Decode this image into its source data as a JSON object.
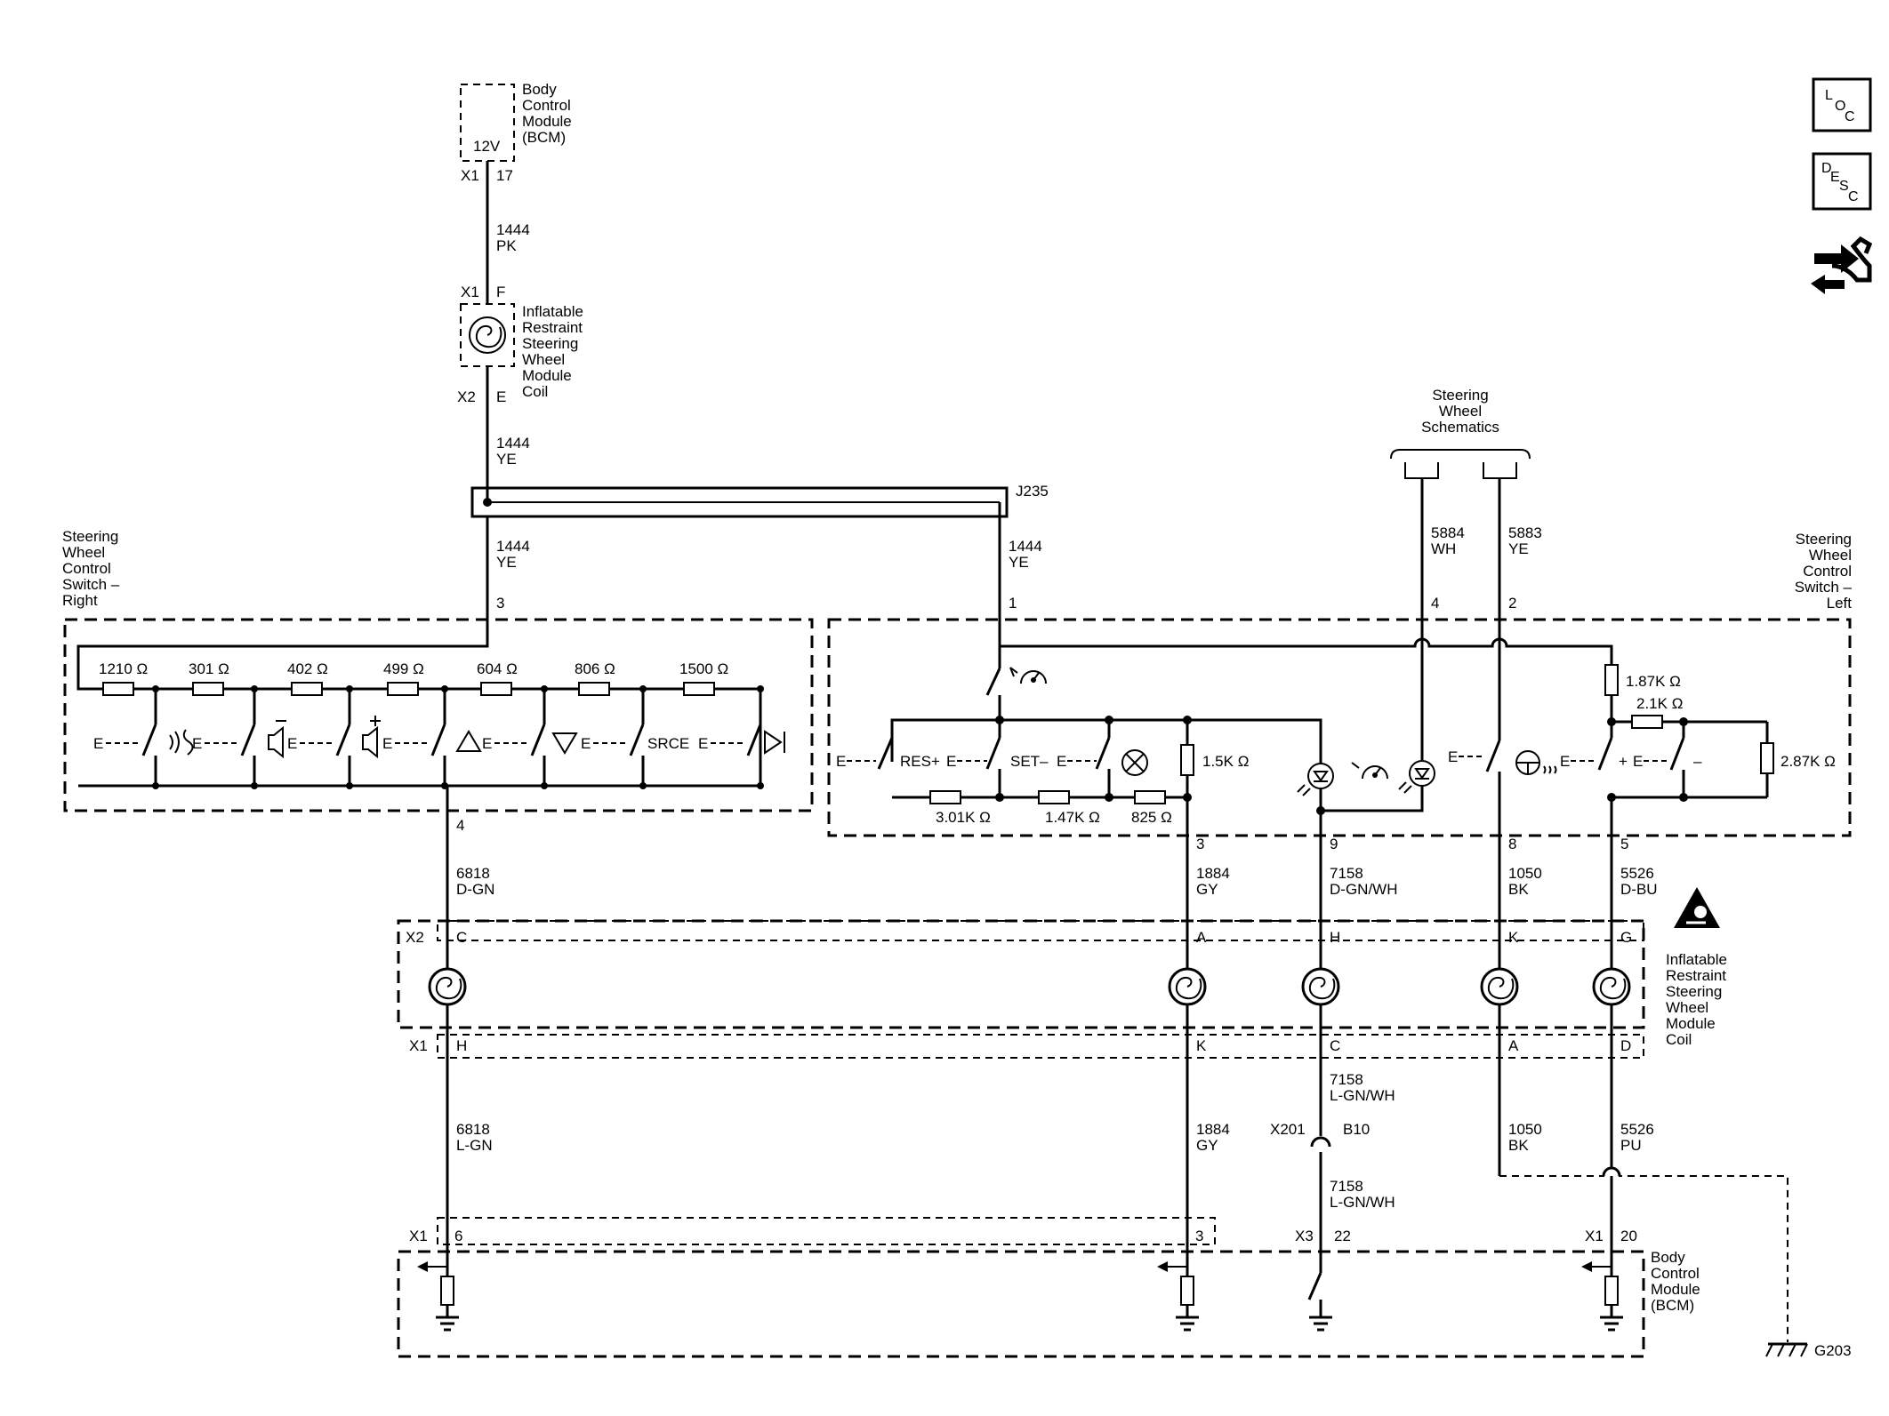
{
  "modules": {
    "bcm_top": {
      "label": [
        "Body",
        "Control",
        "Module",
        "(BCM)"
      ],
      "voltage": "12V",
      "connector": "X1",
      "pin": "17"
    },
    "coil_top": {
      "label": [
        "Inflatable",
        "Restraint",
        "Steering",
        "Wheel",
        "Module",
        "Coil"
      ],
      "conn_top": "X1",
      "pin_top": "F",
      "conn_bottom": "X2",
      "pin_bottom": "E"
    },
    "swc_right": {
      "label": [
        "Steering",
        "Wheel",
        "Control",
        "Switch –",
        "Right"
      ],
      "pin_in": "3",
      "pin_out": "4"
    },
    "swc_left": {
      "label": [
        "Steering",
        "Wheel",
        "Control",
        "Switch –",
        "Left"
      ],
      "pins": {
        "feed": "1",
        "wh": "4",
        "ye": "2",
        "out3": "3",
        "out9": "9",
        "out8": "8",
        "out5": "5"
      }
    },
    "steering_schematics": {
      "label": [
        "Steering",
        "Wheel",
        "Schematics"
      ]
    },
    "coil_bottom": {
      "label": [
        "Inflatable",
        "Restraint",
        "Steering",
        "Wheel",
        "Module",
        "Coil"
      ],
      "conn_top": "X2",
      "conn_bottom": "X1",
      "pins_top": [
        "C",
        "A",
        "H",
        "K",
        "G"
      ],
      "pins_bottom": [
        "H",
        "K",
        "C",
        "A",
        "D"
      ]
    },
    "bcm_bottom": {
      "label": [
        "Body",
        "Control",
        "Module",
        "(BCM)"
      ],
      "conn_left": "X1",
      "pin_left": "6",
      "pin_mid": "3",
      "conn_x3": "X3",
      "pin_x3": "22",
      "conn_right": "X1",
      "pin_right": "20"
    }
  },
  "splice": "J235",
  "inline_connector": {
    "name": "X201",
    "pin": "B10"
  },
  "ground": "G203",
  "wires": {
    "w1444pk": {
      "circuit": "1444",
      "color": "PK"
    },
    "w1444ye_a": {
      "circuit": "1444",
      "color": "YE"
    },
    "w1444ye_b": {
      "circuit": "1444",
      "color": "YE"
    },
    "w1444ye_c": {
      "circuit": "1444",
      "color": "YE"
    },
    "w5884": {
      "circuit": "5884",
      "color": "WH"
    },
    "w5883": {
      "circuit": "5883",
      "color": "YE"
    },
    "w6818a": {
      "circuit": "6818",
      "color": "D-GN"
    },
    "w1884a": {
      "circuit": "1884",
      "color": "GY"
    },
    "w7158a": {
      "circuit": "7158",
      "color": "D-GN/WH"
    },
    "w1050a": {
      "circuit": "1050",
      "color": "BK"
    },
    "w5526a": {
      "circuit": "5526",
      "color": "D-BU"
    },
    "w6818b": {
      "circuit": "6818",
      "color": "L-GN"
    },
    "w1884b": {
      "circuit": "1884",
      "color": "GY"
    },
    "w7158b": {
      "circuit": "7158",
      "color": "L-GN/WH"
    },
    "w7158c": {
      "circuit": "7158",
      "color": "L-GN/WH"
    },
    "w1050b": {
      "circuit": "1050",
      "color": "BK"
    },
    "w5526b": {
      "circuit": "5526",
      "color": "PU"
    }
  },
  "resistors_right": [
    "1210",
    "301",
    "402",
    "499",
    "604",
    "806",
    "1500"
  ],
  "resistors_left": {
    "r15k": "1.5K",
    "r301k": "3.01K",
    "r147k": "1.47K",
    "r825": "825",
    "r187k": "1.87K",
    "r21k": "2.1K",
    "r287k": "2.87K"
  },
  "ohm": "Ω",
  "switch_labels": {
    "srce": "SRCE",
    "res": "RES+",
    "set": "SET–",
    "plus": "+",
    "minus": "–"
  },
  "side_icons": {
    "loc": {
      "letters": [
        "L",
        "O",
        "C"
      ]
    },
    "desc": {
      "letters": [
        "D",
        "E",
        "S",
        "C"
      ]
    },
    "nav": "nav-arrows-icon"
  }
}
